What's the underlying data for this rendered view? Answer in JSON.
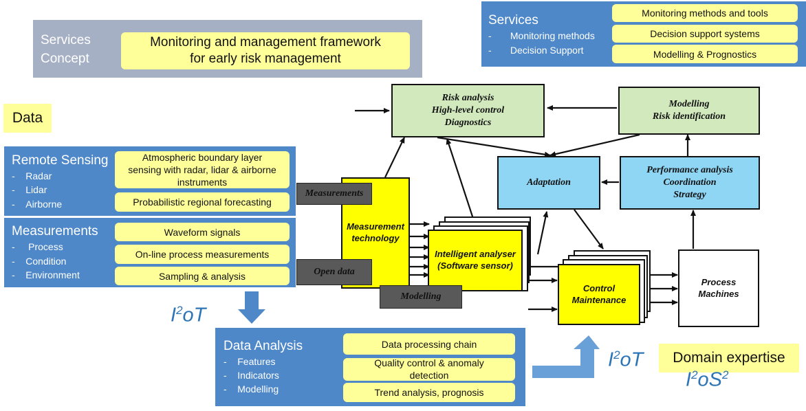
{
  "services_concept": {
    "label_line1": "Services",
    "label_line2": "Concept",
    "box_line1": "Monitoring and management framework",
    "box_line2": "for early risk management"
  },
  "services": {
    "title": "Services",
    "items": [
      "Monitoring methods",
      "Decision Support"
    ],
    "boxes": [
      "Monitoring methods and tools",
      "Decision support systems",
      "Modelling & Prognostics"
    ]
  },
  "data_label": "Data",
  "remote_sensing": {
    "title": "Remote Sensing",
    "items": [
      "Radar",
      "Lidar",
      "Airborne"
    ],
    "box1": "Atmospheric boundary layer sensing with radar, lidar & airborne instruments",
    "box2": "Probabilistic regional forecasting"
  },
  "measurements_panel": {
    "title": "Measurements",
    "items": [
      "Process",
      "Condition",
      "Environment"
    ],
    "boxes": [
      "Waveform signals",
      "On-line process measurements",
      "Sampling & analysis"
    ]
  },
  "data_analysis": {
    "title": "Data Analysis",
    "items": [
      "Features",
      "Indicators",
      "Modelling"
    ],
    "boxes": [
      "Data processing chain",
      "Quality control & anomaly detection",
      "Trend analysis, prognosis"
    ]
  },
  "domain_expertise": "Domain expertise",
  "iot": {
    "base": "I",
    "sup": "2",
    "rest": "oT"
  },
  "ios2": {
    "base": "I",
    "sup1": "2",
    "mid": "oS",
    "sup2": "2"
  },
  "nodes": {
    "risk_analysis": "Risk analysis\nHigh-level control\nDiagnostics",
    "modelling_risk": "Modelling\nRisk identification",
    "adaptation": "Adaptation",
    "performance": "Performance analysis\nCoordination\nStrategy",
    "measurement_technology": "Measurement\ntechnology",
    "intelligent_analyser": "Intelligent analyser\n(Software sensor)",
    "control_maintenance": "Control\nMaintenance",
    "process_machines": "Process\nMachines"
  },
  "tags": {
    "measurements": "Measurements",
    "open_data": "Open data",
    "modelling": "Modelling"
  },
  "colors": {
    "panel_blue": "#4e88c8",
    "panel_grey": "#a6b0c4",
    "label_yellow": "#ffff99",
    "node_green": "#d2e9be",
    "node_cyan": "#8fd6f5",
    "node_yellow": "#ffff00",
    "iot_blue": "#2e75b6"
  }
}
